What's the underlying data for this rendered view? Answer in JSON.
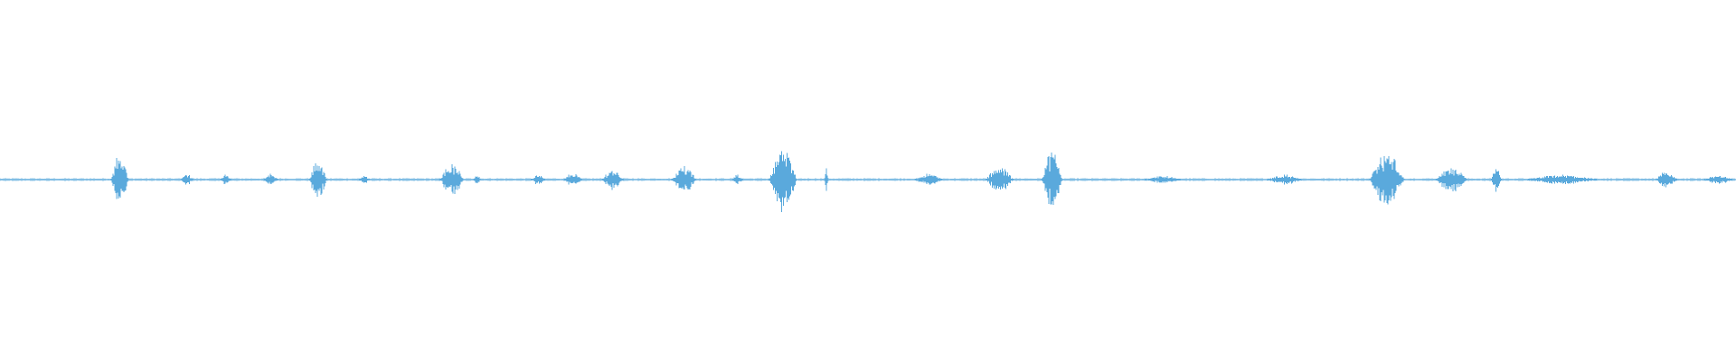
{
  "waveform": {
    "color": "#5aa9dc",
    "background": "#ffffff",
    "bursts": [
      {
        "name": "burst-1",
        "center": 0.069,
        "span": 0.01,
        "amplitude": 0.27
      },
      {
        "name": "burst-2",
        "center": 0.108,
        "span": 0.007,
        "amplitude": 0.06
      },
      {
        "name": "burst-3",
        "center": 0.13,
        "span": 0.006,
        "amplitude": 0.05
      },
      {
        "name": "burst-4",
        "center": 0.156,
        "span": 0.008,
        "amplitude": 0.06
      },
      {
        "name": "burst-5",
        "center": 0.183,
        "span": 0.01,
        "amplitude": 0.22
      },
      {
        "name": "burst-6",
        "center": 0.21,
        "span": 0.006,
        "amplitude": 0.04
      },
      {
        "name": "burst-7",
        "center": 0.26,
        "span": 0.014,
        "amplitude": 0.16
      },
      {
        "name": "burst-8",
        "center": 0.275,
        "span": 0.004,
        "amplitude": 0.06
      },
      {
        "name": "burst-9",
        "center": 0.31,
        "span": 0.008,
        "amplitude": 0.05
      },
      {
        "name": "burst-10",
        "center": 0.33,
        "span": 0.01,
        "amplitude": 0.07
      },
      {
        "name": "burst-11",
        "center": 0.353,
        "span": 0.012,
        "amplitude": 0.11
      },
      {
        "name": "burst-12",
        "center": 0.394,
        "span": 0.014,
        "amplitude": 0.14
      },
      {
        "name": "burst-13",
        "center": 0.425,
        "span": 0.006,
        "amplitude": 0.05
      },
      {
        "name": "burst-14",
        "center": 0.451,
        "span": 0.016,
        "amplitude": 0.32
      },
      {
        "name": "burst-15",
        "center": 0.476,
        "span": 0.002,
        "amplitude": 0.15
      },
      {
        "name": "burst-16",
        "center": 0.535,
        "span": 0.016,
        "amplitude": 0.06
      },
      {
        "name": "burst-17",
        "center": 0.576,
        "span": 0.016,
        "amplitude": 0.13
      },
      {
        "name": "burst-18",
        "center": 0.606,
        "span": 0.012,
        "amplitude": 0.3
      },
      {
        "name": "burst-19",
        "center": 0.67,
        "span": 0.02,
        "amplitude": 0.04
      },
      {
        "name": "burst-20",
        "center": 0.74,
        "span": 0.02,
        "amplitude": 0.05
      },
      {
        "name": "burst-21",
        "center": 0.799,
        "span": 0.02,
        "amplitude": 0.28
      },
      {
        "name": "burst-22",
        "center": 0.836,
        "span": 0.018,
        "amplitude": 0.12
      },
      {
        "name": "burst-23",
        "center": 0.862,
        "span": 0.006,
        "amplitude": 0.14
      },
      {
        "name": "burst-24",
        "center": 0.9,
        "span": 0.04,
        "amplitude": 0.05
      },
      {
        "name": "burst-25",
        "center": 0.96,
        "span": 0.012,
        "amplitude": 0.08
      },
      {
        "name": "burst-26",
        "center": 0.99,
        "span": 0.016,
        "amplitude": 0.05
      }
    ]
  }
}
